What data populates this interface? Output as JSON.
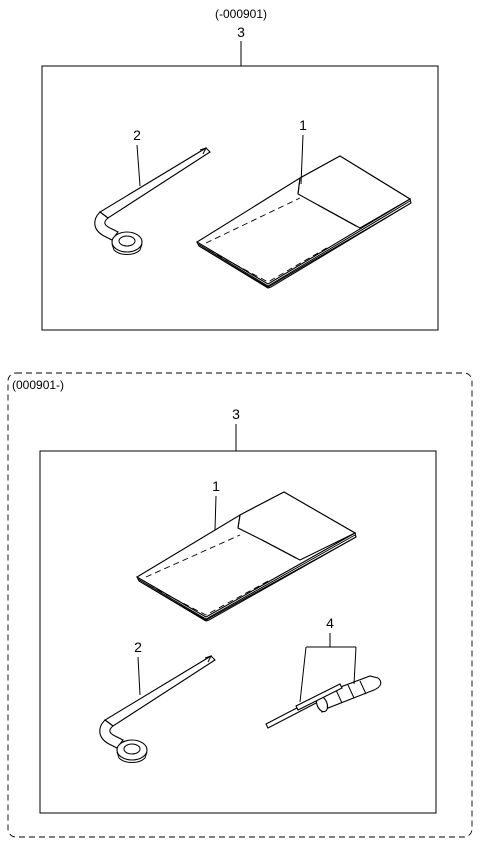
{
  "top_section": {
    "version_label": "(-000901)",
    "kit_callout": "3",
    "pouch_callout": "1",
    "wrench_callout": "2"
  },
  "bottom_section": {
    "version_label": "(000901-)",
    "kit_callout": "3",
    "pouch_callout": "1",
    "wrench_callout": "2",
    "screwdriver_callout": "4"
  }
}
